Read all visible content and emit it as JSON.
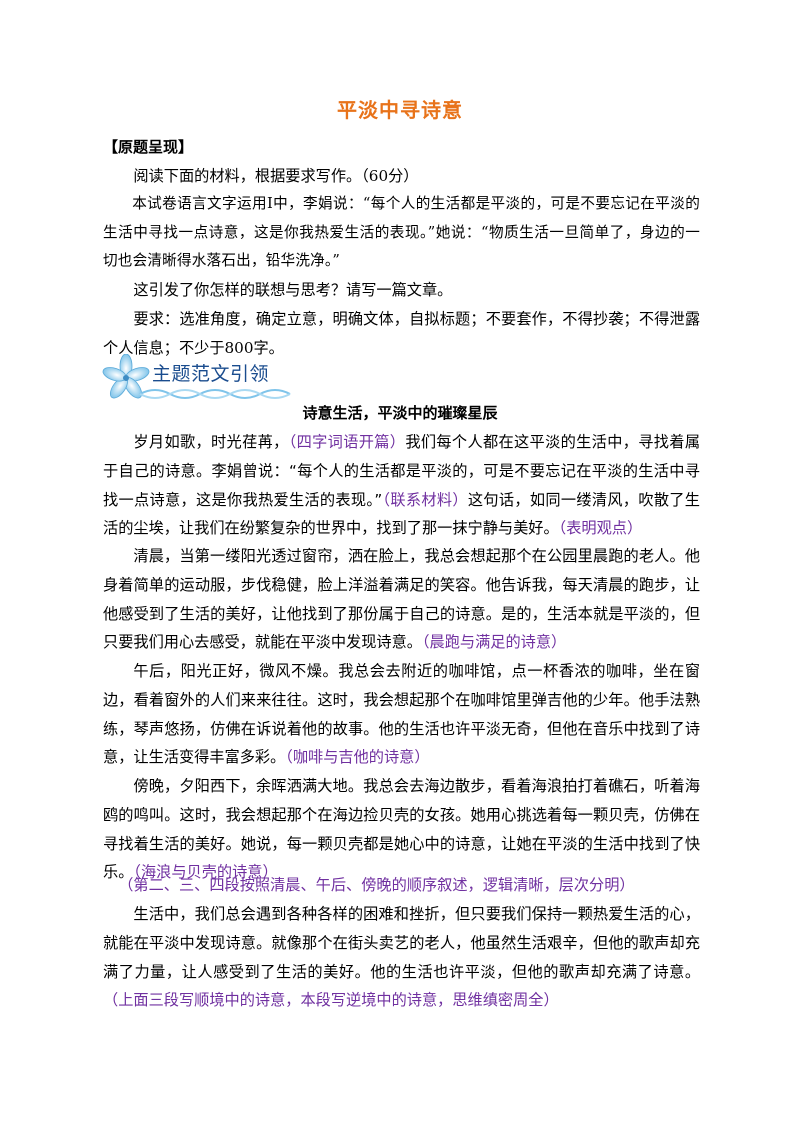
{
  "document": {
    "title": "平淡中寻诗意",
    "title_color": "#e8731a",
    "note_color": "#7030a0",
    "original_label": "【原题呈现】",
    "prompt": {
      "p1": "阅读下面的材料，根据要求写作。（60分）",
      "p2": "本试卷语言文字运用Ⅰ中，李娟说：“每个人的生活都是平淡的，可是不要忘记在平淡的生活中寻找一点诗意，这是你我热爱生活的表现。”她说：“物质生活一旦简单了，身边的一切也会清晰得水落石出，铅华洗净。”",
      "p3": "这引发了你怎样的联想与思考？请写一篇文章。",
      "p4": "要求：选准角度，确定立意，明确文体，自拟标题；不要套作，不得抄袭；不得泄露个人信息；不少于800字。"
    },
    "banner_label": "主题范文引领",
    "banner_icon": "flower-icon",
    "essay_title": "诗意生活，平淡中的璀璨星辰",
    "paragraphs": [
      {
        "t1": "岁月如歌，时光荏苒，",
        "n1": "（四字词语开篇）",
        "t2": "我们每个人都在这平淡的生活中，寻找着属于自己的诗意。李娟曾说：“每个人的生活都是平淡的，可是不要忘记在平淡的生活中寻找一点诗意，这是你我热爱生活的表现。”",
        "n2": "（联系材料）",
        "t3": "这句话，如同一缕清风，吹散了生活的尘埃，让我们在纷繁复杂的世界中，找到了那一抹宁静与美好。",
        "n3": "（表明观点）"
      },
      {
        "t1": "清晨，当第一缕阳光透过窗帘，洒在脸上，我总会想起那个在公园里晨跑的老人。他身着简单的运动服，步伐稳健，脸上洋溢着满足的笑容。他告诉我，每天清晨的跑步，让他感受到了生活的美好，让他找到了那份属于自己的诗意。是的，生活本就是平淡的，但只要我们用心去感受，就能在平淡中发现诗意。",
        "n1": "（晨跑与满足的诗意）"
      },
      {
        "t1": "午后，阳光正好，微风不燥。我总会去附近的咖啡馆，点一杯香浓的咖啡，坐在窗边，看着窗外的人们来来往往。这时，我会想起那个在咖啡馆里弹吉他的少年。他手法熟练，琴声悠扬，仿佛在诉说着他的故事。他的生活也许平淡无奇，但他在音乐中找到了诗意，让生活变得丰富多彩。",
        "n1": "（咖啡与吉他的诗意）"
      },
      {
        "t1": "傍晚，夕阳西下，余晖洒满大地。我总会去海边散步，看着海浪拍打着礁石，听着海鸥的鸣叫。这时，我会想起那个在海边捡贝壳的女孩。她用心挑选着每一颗贝壳，仿佛在寻找着生活的美好。她说，每一颗贝壳都是她心中的诗意，让她在平淡的生活中找到了快乐。",
        "n1": "（海浪与贝壳的诗意）"
      }
    ],
    "structure_note": "（第二、三、四段按照清晨、午后、傍晚的顺序叙述，逻辑清晰，层次分明）",
    "last_paragraph": {
      "t1": "生活中，我们总会遇到各种各样的困难和挫折，但只要我们保持一颗热爱生活的心，就能在平淡中发现诗意。就像那个在街头卖艺的老人，他虽然生活艰辛，但他的歌声却充满了力量，让人感受到了生活的美好。他的生活也许平淡，但他的歌声却充满了诗意。",
      "n1": "（上面三段写顺境中的诗意，本段写逆境中的诗意，思维缜密周全）"
    }
  }
}
